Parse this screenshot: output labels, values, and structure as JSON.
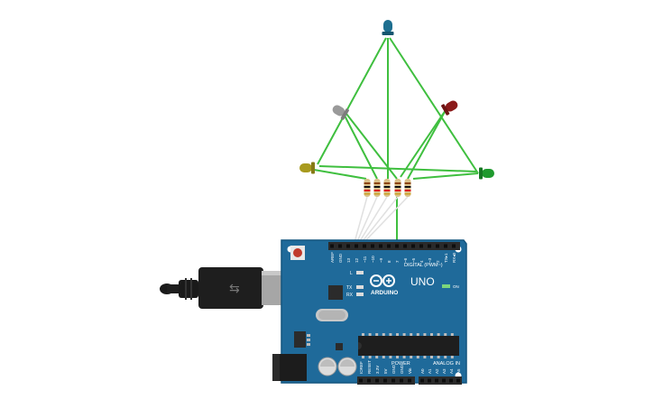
{
  "board": {
    "logo_text": "ARDUINO",
    "model": "UNO",
    "on_label": "ON",
    "digital_label": "DIGITAL (PWM~)",
    "power_label": "POWER",
    "analog_label": "ANALOG IN",
    "led_l_label": "L",
    "tx_label": "TX",
    "rx_label": "RX",
    "digital_pins": [
      "AREF",
      "GND",
      "13",
      "12",
      "~11",
      "~10",
      "~9",
      "8",
      "7",
      "~6",
      "~5",
      "4",
      "~3",
      "2",
      "TX▸1",
      "RX◂0"
    ],
    "power_pins": [
      "IOREF",
      "RESET",
      "3.3V",
      "5V",
      "GND",
      "GND",
      "Vin"
    ],
    "analog_pins": [
      "A0",
      "A1",
      "A2",
      "A3",
      "A4",
      "A5"
    ]
  },
  "leds": [
    {
      "name": "blue-led",
      "color": "#1d6e8f"
    },
    {
      "name": "gray-led",
      "color": "#9a9a9a"
    },
    {
      "name": "red-led",
      "color": "#8b1a1a"
    },
    {
      "name": "yellow-led",
      "color": "#a89a1e"
    },
    {
      "name": "green-led",
      "color": "#1f9a2e"
    }
  ],
  "colors": {
    "board": "#1f6a9a",
    "board_edge": "#14557e",
    "wire_green": "#3fbf3f",
    "wire_white": "#e4e4e4",
    "header": "#2a2a2a"
  }
}
